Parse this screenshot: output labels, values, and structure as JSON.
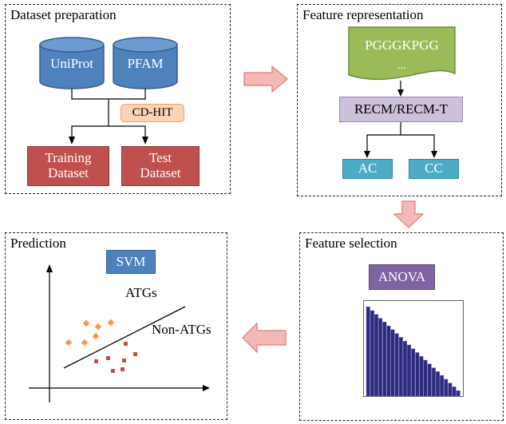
{
  "panels": {
    "dataset_preparation": {
      "title": "Dataset preparation",
      "db1": "UniProt",
      "db2": "PFAM",
      "filter": "CD-HIT",
      "training": [
        "Training",
        "Dataset"
      ],
      "test": [
        "Test",
        "Dataset"
      ]
    },
    "feature_representation": {
      "title": "Feature representation",
      "sequence": "PGGGKPGG",
      "ellipsis": "...",
      "method": "RECM/RECM-T",
      "feature1": "AC",
      "feature2": "CC"
    },
    "feature_selection": {
      "title": "Feature selection",
      "method": "ANOVA",
      "bar_count": 23
    },
    "prediction": {
      "title": "Prediction",
      "model": "SVM",
      "class_pos": "ATGs",
      "class_neg": "Non-ATGs"
    }
  },
  "colors": {
    "db_blue": "#4f81bd",
    "red_box": "#c0504d",
    "cdhit": "#fbd4b4",
    "lavender": "#ccc0da",
    "teal": "#4bacc6",
    "purple": "#8064a2",
    "green": "#9bbb59",
    "arrow_pink": "#f4b9b6",
    "bar_navy": "#2e2a7c"
  }
}
